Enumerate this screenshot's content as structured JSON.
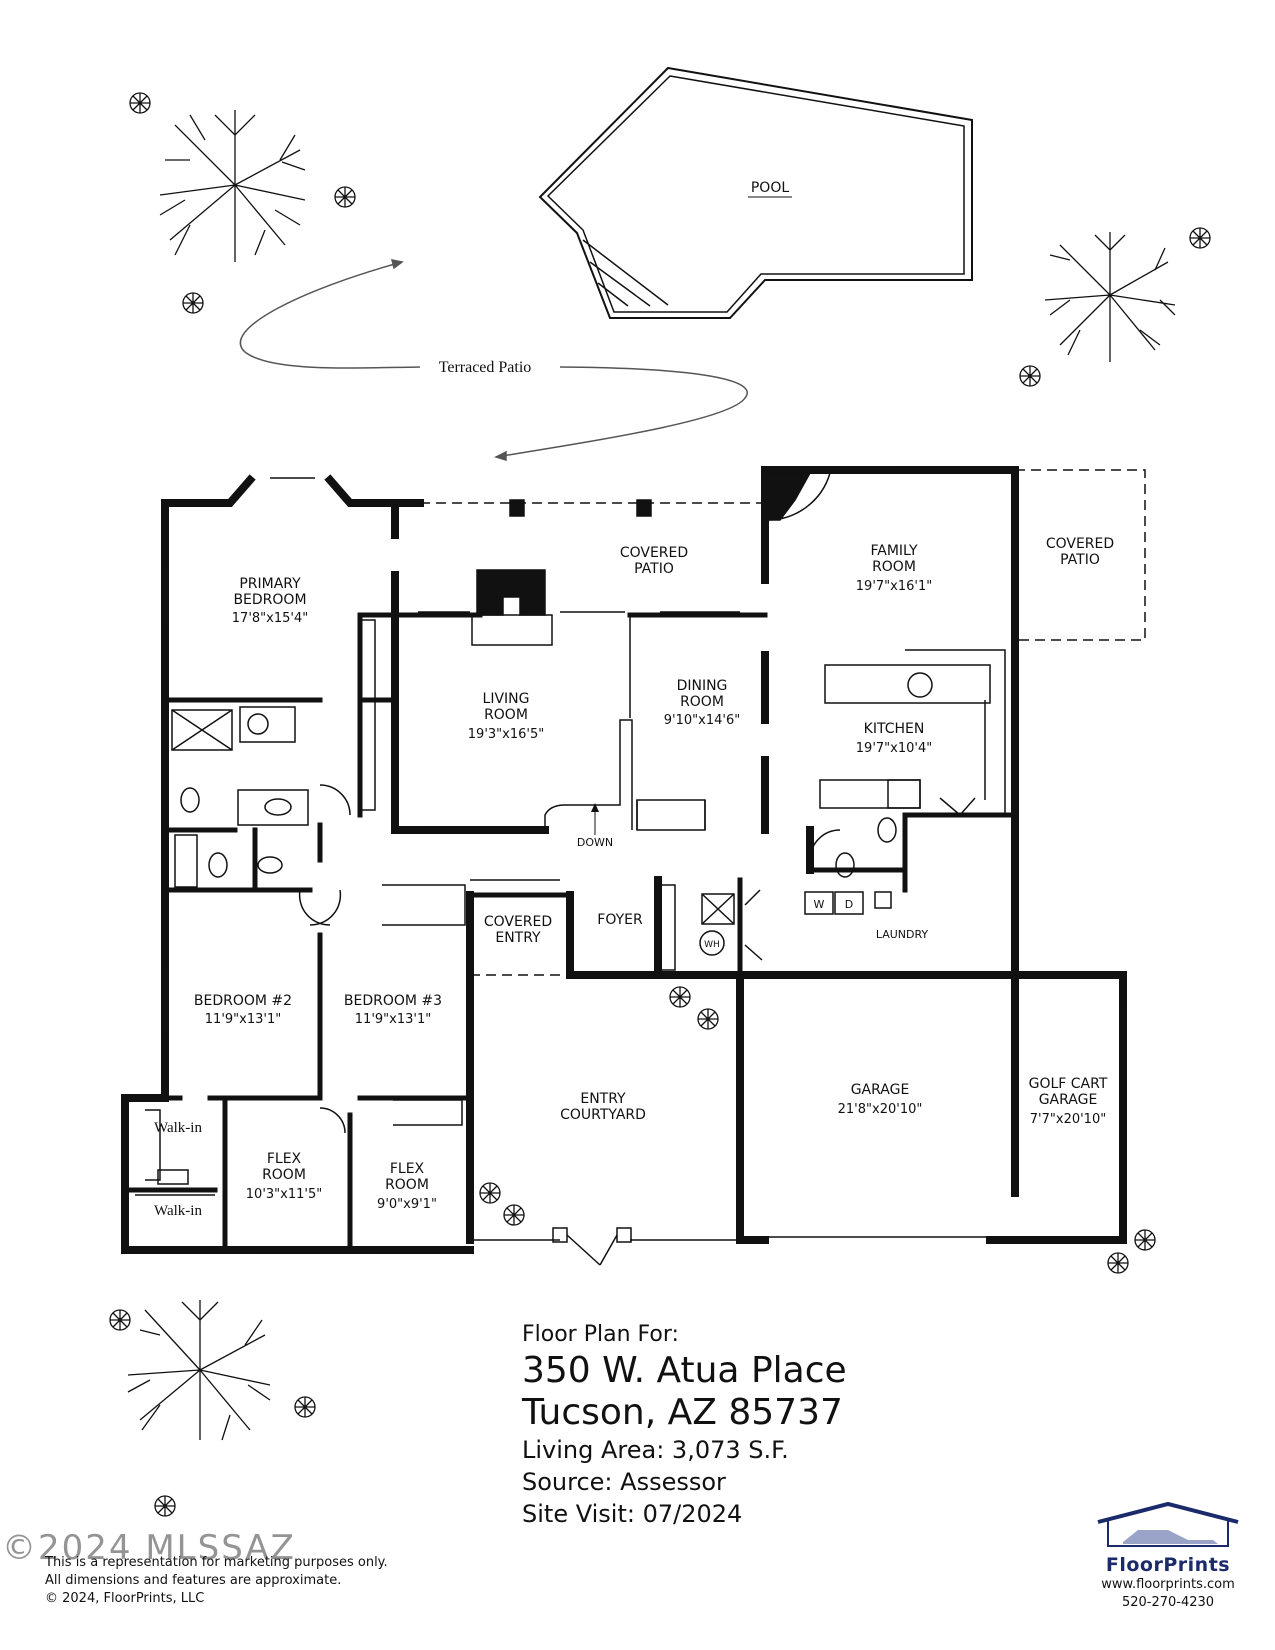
{
  "outdoor": {
    "pool": "POOL",
    "terraced_patio": "Terraced Patio"
  },
  "rooms": {
    "covered_patio_main": [
      "COVERED",
      "PATIO"
    ],
    "covered_patio_side": [
      "COVERED",
      "PATIO"
    ],
    "primary_bedroom": [
      "PRIMARY",
      "BEDROOM"
    ],
    "primary_bedroom_dim": "17'8\"x15'4\"",
    "family_room": [
      "FAMILY",
      "ROOM"
    ],
    "family_room_dim": "19'7\"x16'1\"",
    "living_room": [
      "LIVING",
      "ROOM"
    ],
    "living_room_dim": "19'3\"x16'5\"",
    "dining_room": [
      "DINING",
      "ROOM"
    ],
    "dining_room_dim": "9'10\"x14'6\"",
    "kitchen": "KITCHEN",
    "kitchen_dim": "19'7\"x10'4\"",
    "down": "DOWN",
    "covered_entry": [
      "COVERED",
      "ENTRY"
    ],
    "foyer": "FOYER",
    "laundry": "LAUNDRY",
    "washer": "W",
    "dryer": "D",
    "water_heater": "WH",
    "bedroom2": "BEDROOM #2",
    "bedroom2_dim": "11'9\"x13'1\"",
    "bedroom3": "BEDROOM #3",
    "bedroom3_dim": "11'9\"x13'1\"",
    "walkin1": "Walk-in",
    "walkin2": "Walk-in",
    "flex1": [
      "FLEX",
      "ROOM"
    ],
    "flex1_dim": "10'3\"x11'5\"",
    "flex2": [
      "FLEX",
      "ROOM"
    ],
    "flex2_dim": "9'0\"x9'1\"",
    "entry_courtyard": [
      "ENTRY",
      "COURTYARD"
    ],
    "garage": "GARAGE",
    "garage_dim": "21'8\"x20'10\"",
    "golf_cart_garage": [
      "GOLF CART",
      "GARAGE"
    ],
    "golf_cart_garage_dim": "7'7\"x20'10\""
  },
  "info": {
    "heading": "Floor Plan For:",
    "address_line1": "350 W. Atua Place",
    "address_line2": "Tucson, AZ  85737",
    "living_area": "Living Area:  3,073 S.F.",
    "source": "Source:  Assessor",
    "site_visit": "Site Visit:  07/2024"
  },
  "disclaimer": {
    "line1": "This is a representation for marketing purposes only.",
    "line2": "All dimensions and features are approximate.",
    "line3": "© 2024, FloorPrints, LLC"
  },
  "watermark": "©2024 MLSSAZ",
  "logo": {
    "brand": "FloorPrints",
    "url": "www.floorprints.com",
    "phone": "520-270-4230"
  }
}
